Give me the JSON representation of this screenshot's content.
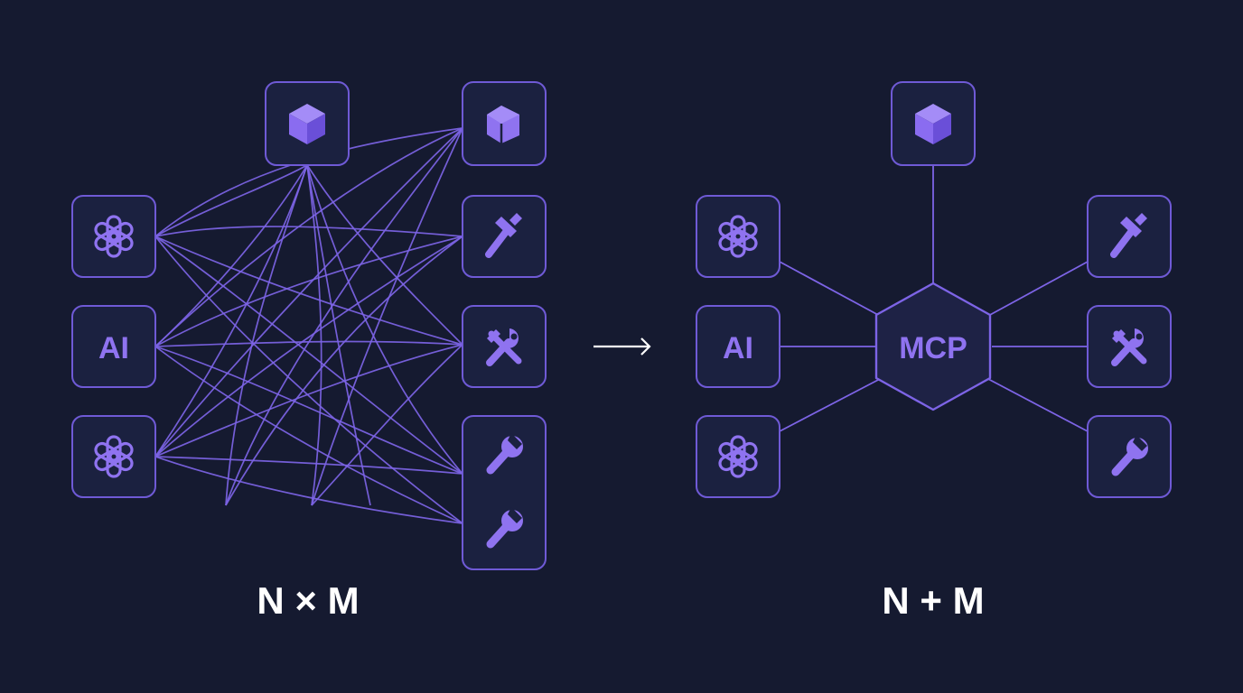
{
  "colors": {
    "background": "#151a30",
    "node_fill": "#1b2140",
    "node_stroke": "#6f5ad6",
    "line": "#7d64e6",
    "icon": "#8f73f0",
    "icon_dark": "#6a4fd8",
    "text_white": "#ffffff"
  },
  "left_panel": {
    "formula": "N × M",
    "ai_label": "AI"
  },
  "arrow_icon": "arrow-right-icon",
  "right_panel": {
    "formula": "N + M",
    "ai_label": "AI",
    "hub_label": "MCP"
  },
  "icons": {
    "client": "openai-logo-icon",
    "cube": "cube-icon",
    "cube_outline": "cube-outline-icon",
    "hammer": "hammer-icon",
    "tools": "crossed-tools-icon",
    "wrench": "wrench-icon"
  }
}
